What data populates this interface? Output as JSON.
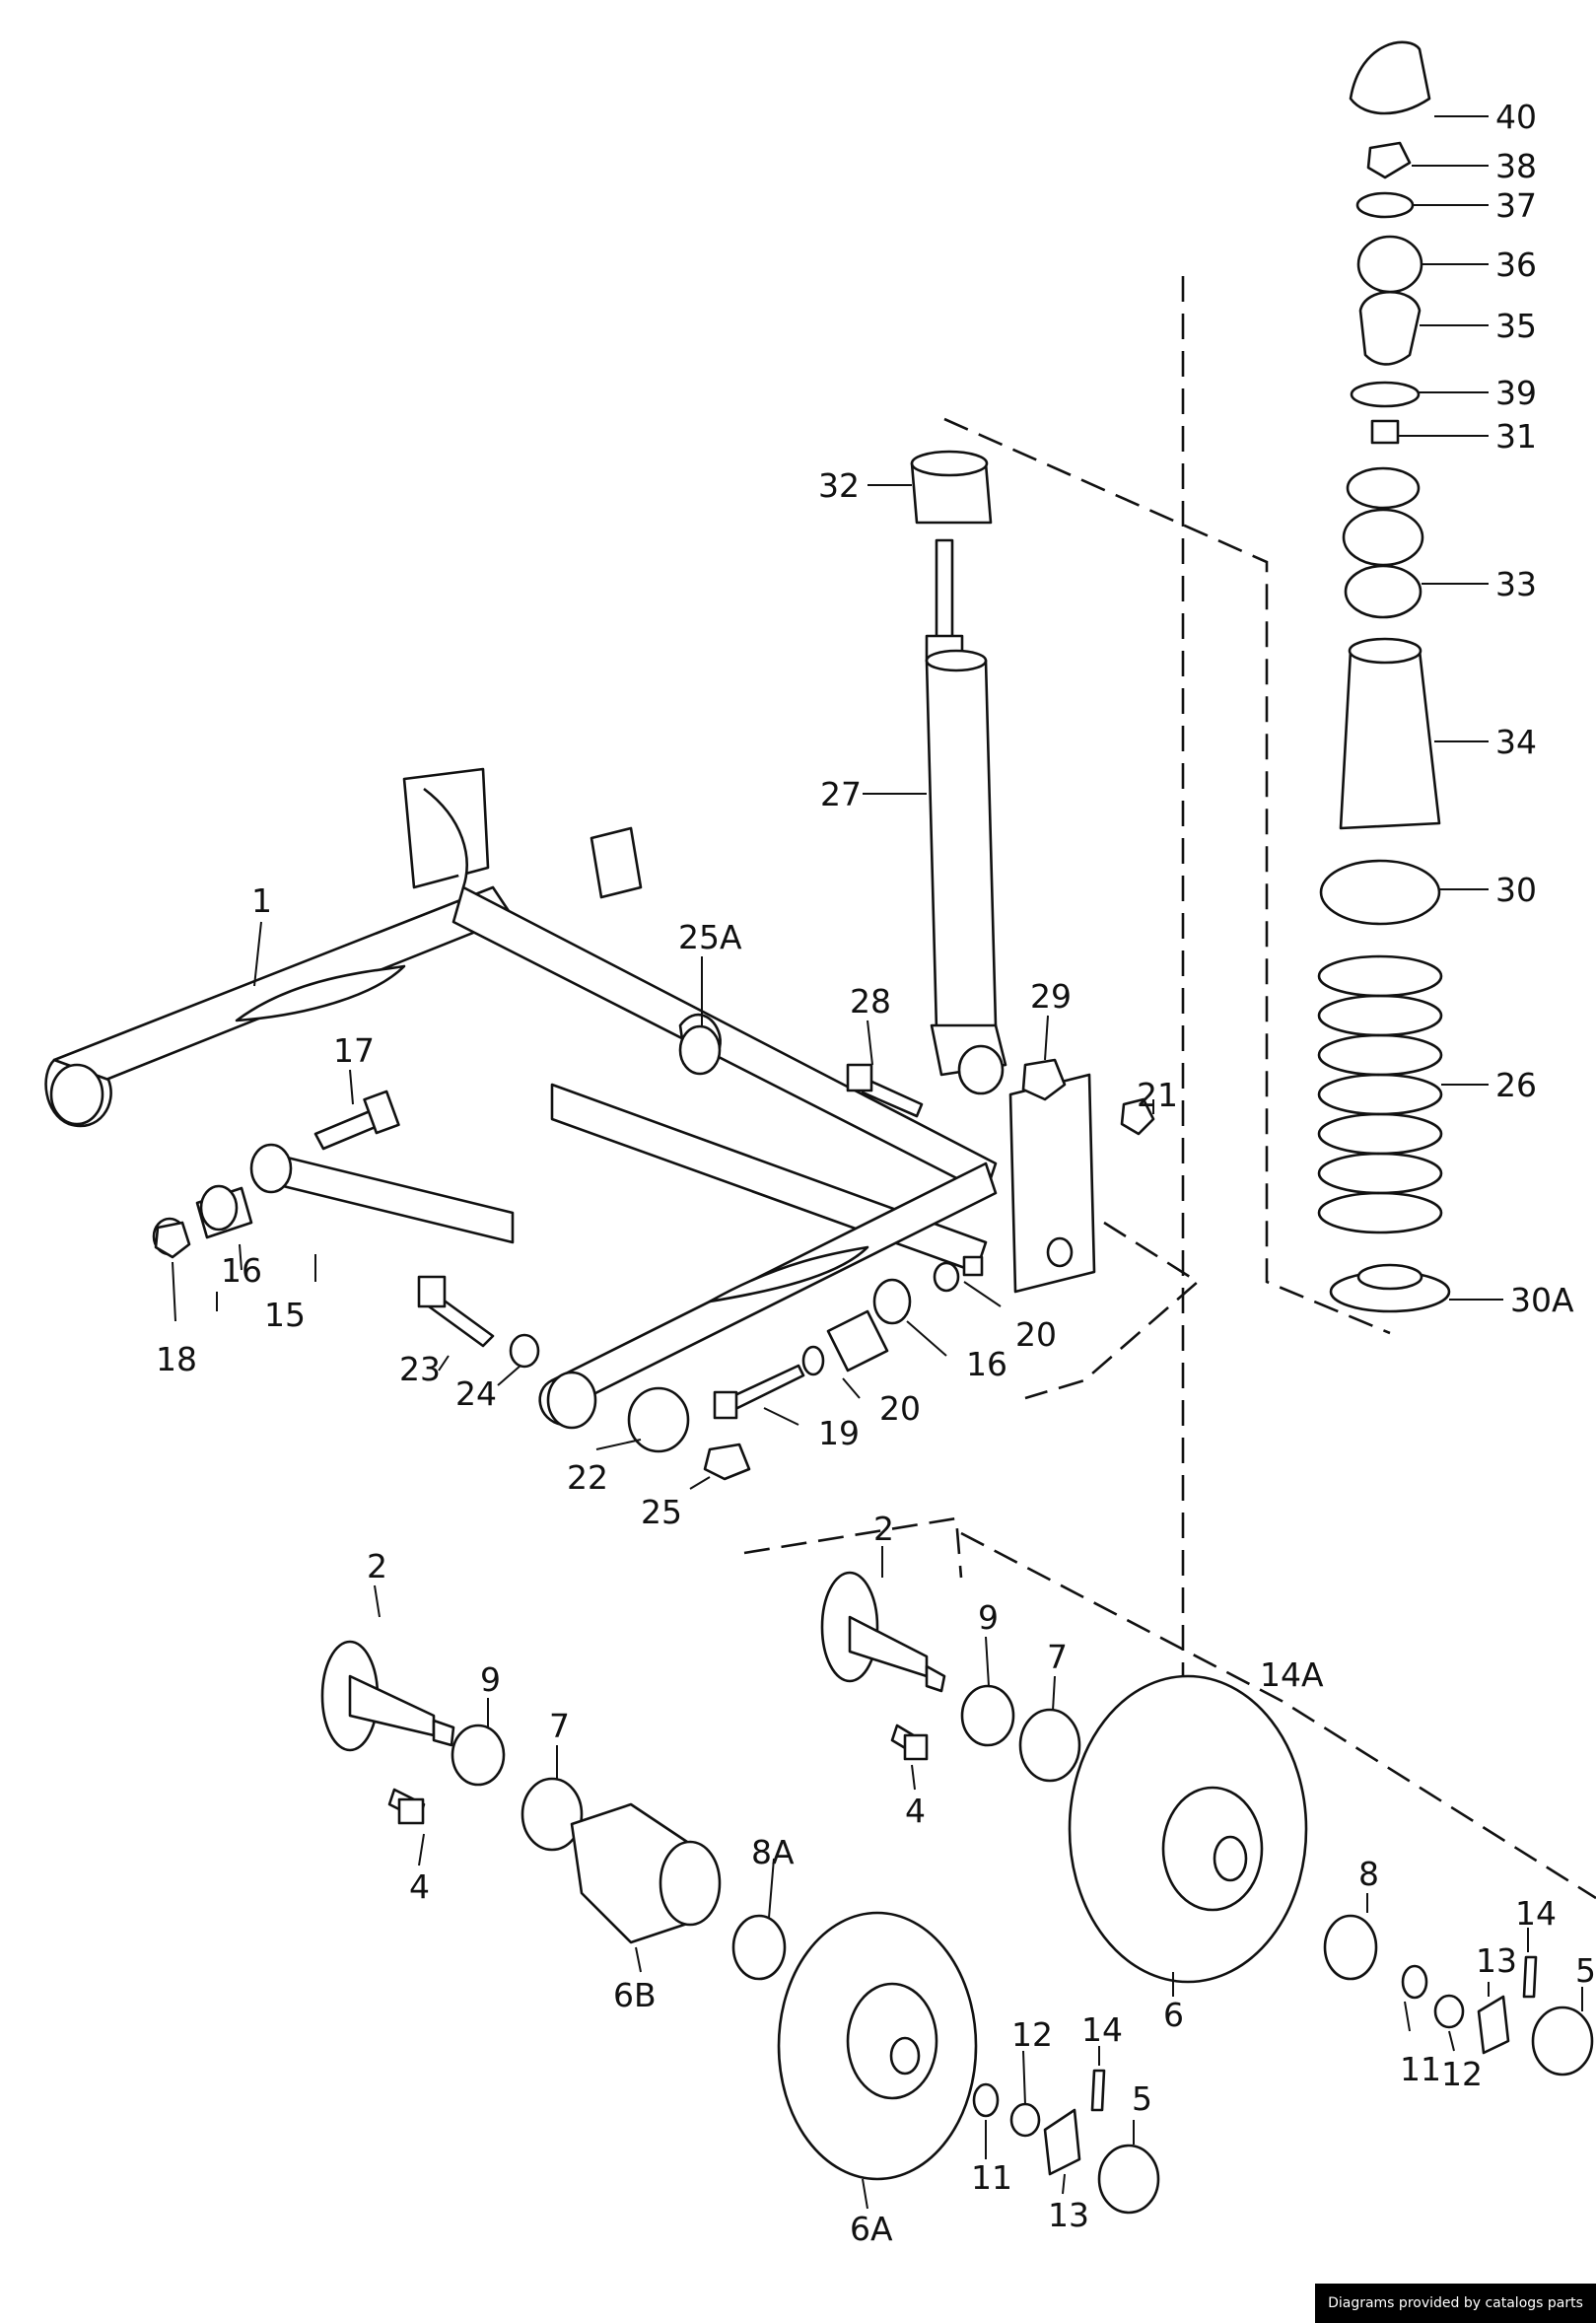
{
  "labels": {
    "l1": "1",
    "l2a": "2",
    "l2b": "2",
    "l4a": "4",
    "l4b": "4",
    "l5a": "5",
    "l5b": "5",
    "l6": "6",
    "l6a": "6A",
    "l6b": "6B",
    "l7a": "7",
    "l7b": "7",
    "l8": "8",
    "l8a": "8A",
    "l9a": "9",
    "l9b": "9",
    "l11a": "11",
    "l11b": "11",
    "l12a": "12",
    "l12b": "12",
    "l13a": "13",
    "l13b": "13",
    "l14": "14",
    "l14b": "14",
    "l14a": "14A",
    "l15": "15",
    "l16a": "16",
    "l16b": "16",
    "l17": "17",
    "l18": "18",
    "l19": "19",
    "l20a": "20",
    "l20b": "20",
    "l21": "21",
    "l22": "22",
    "l23": "23",
    "l24": "24",
    "l25": "25",
    "l25a": "25A",
    "l26": "26",
    "l27": "27",
    "l28": "28",
    "l29": "29",
    "l30": "30",
    "l30a": "30A",
    "l31": "31",
    "l32": "32",
    "l33": "33",
    "l34": "34",
    "l35": "35",
    "l36": "36",
    "l37": "37",
    "l38": "38",
    "l39": "39",
    "l40": "40"
  },
  "footer": "Diagrams provided by catalogs parts"
}
